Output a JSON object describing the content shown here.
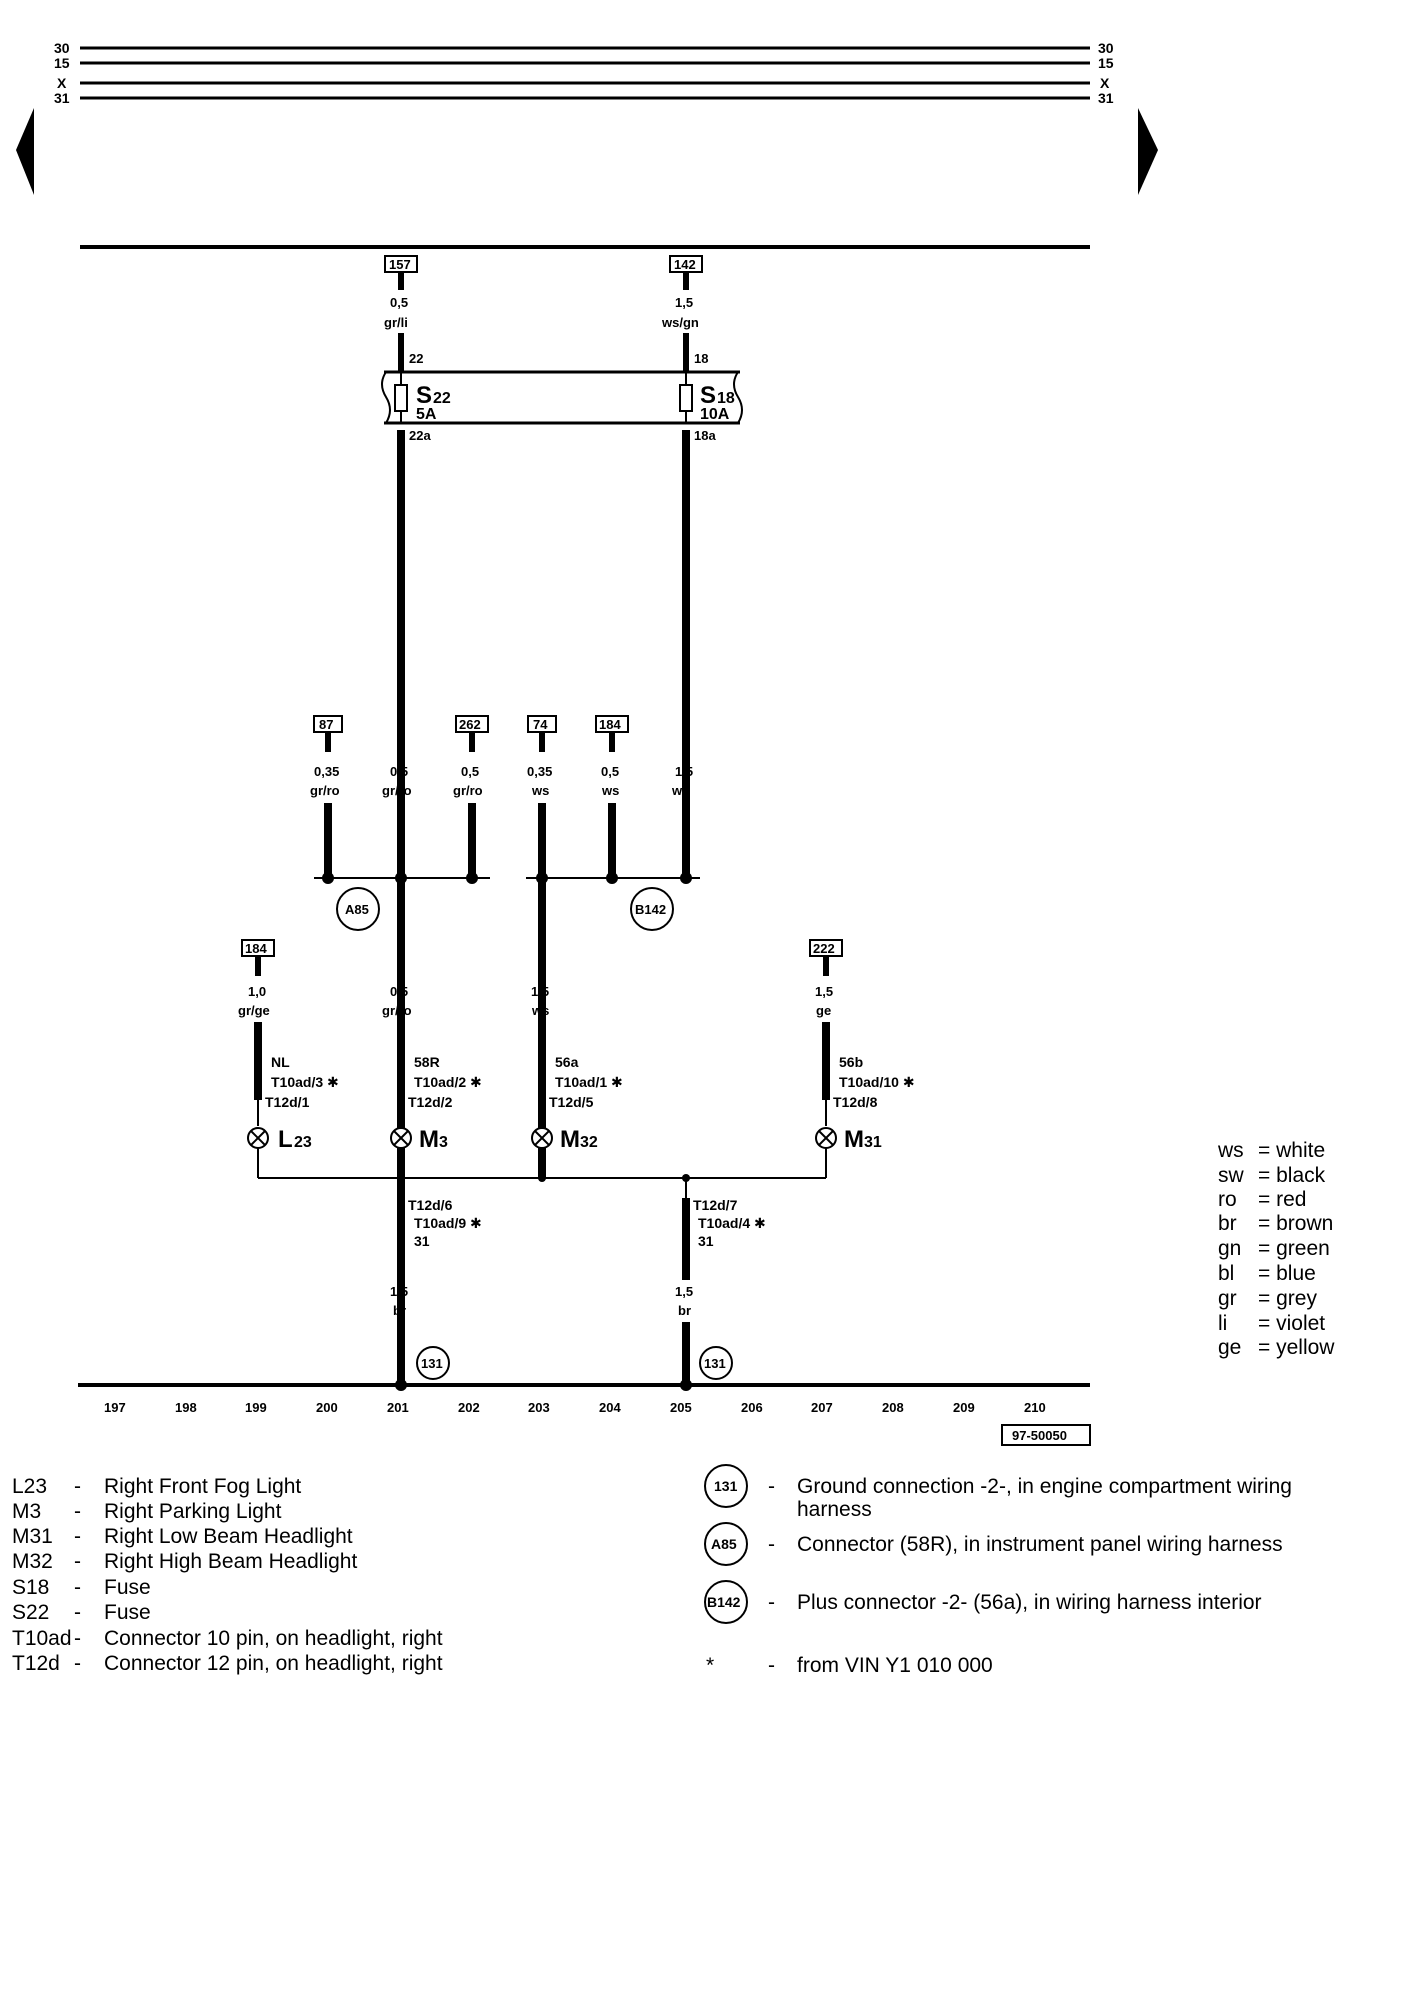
{
  "rails": {
    "left": [
      "30",
      "15",
      "X",
      "31"
    ],
    "right": [
      "30",
      "15",
      "X",
      "31"
    ]
  },
  "refs": {
    "r157": "157",
    "r142": "142",
    "r87": "87",
    "r262": "262",
    "r74": "74",
    "r184a": "184",
    "r184b": "184",
    "r222": "222"
  },
  "wires": {
    "w157": [
      "0,5",
      "gr/li"
    ],
    "w142": [
      "1,5",
      "ws/gn"
    ],
    "w87": [
      "0,35",
      "gr/ro"
    ],
    "w_mid": [
      "0,5",
      "gr/ro"
    ],
    "w262": [
      "0,5",
      "gr/ro"
    ],
    "w74": [
      "0,35",
      "ws"
    ],
    "w184": [
      "0,5",
      "ws"
    ],
    "w_s18": [
      "1,5",
      "ws"
    ],
    "w_l23": [
      "1,0",
      "gr/ge"
    ],
    "w_m3": [
      "0,5",
      "gr/ro"
    ],
    "w_m32": [
      "1,5",
      "ws"
    ],
    "w_m31": [
      "1,5",
      "ge"
    ],
    "w_g1": [
      "1,5",
      "br"
    ],
    "w_g2": [
      "1,5",
      "br"
    ]
  },
  "fuses": {
    "s22": {
      "pin_in": "22",
      "name": "S",
      "sub": "22",
      "rating": "5A",
      "pin_out": "22a"
    },
    "s18": {
      "pin_in": "18",
      "name": "S",
      "sub": "18",
      "rating": "10A",
      "pin_out": "18a"
    }
  },
  "connectors": {
    "a85": "A85",
    "b142": "B142",
    "g131a": "131",
    "g131b": "131"
  },
  "pins": {
    "l23": [
      "NL",
      "T10ad/3 ✱",
      "T12d/1"
    ],
    "m3": [
      "58R",
      "T10ad/2 ✱",
      "T12d/2"
    ],
    "m32": [
      "56a",
      "T10ad/1 ✱",
      "T12d/5"
    ],
    "m31": [
      "56b",
      "T10ad/10 ✱",
      "T12d/8"
    ],
    "g1": [
      "T12d/6",
      "T10ad/9 ✱",
      "31"
    ],
    "g2": [
      "T12d/7",
      "T10ad/4 ✱",
      "31"
    ]
  },
  "bulbs": {
    "l23": {
      "name": "L",
      "sub": "23"
    },
    "m3": {
      "name": "M",
      "sub": "3"
    },
    "m32": {
      "name": "M",
      "sub": "32"
    },
    "m31": {
      "name": "M",
      "sub": "31"
    }
  },
  "tracks": [
    "197",
    "198",
    "199",
    "200",
    "201",
    "202",
    "203",
    "204",
    "205",
    "206",
    "207",
    "208",
    "209",
    "210"
  ],
  "diagram_id": "97-50050",
  "color_legend": [
    [
      "ws",
      "= white"
    ],
    [
      "sw",
      "= black"
    ],
    [
      "ro",
      "= red"
    ],
    [
      "br",
      "= brown"
    ],
    [
      "gn",
      "= green"
    ],
    [
      "bl",
      "= blue"
    ],
    [
      "gr",
      "= grey"
    ],
    [
      "li",
      "= violet"
    ],
    [
      "ge",
      "= yellow"
    ]
  ],
  "legend_left": [
    [
      "L23",
      "-",
      "Right Front Fog Light"
    ],
    [
      "M3",
      "-",
      "Right Parking Light"
    ],
    [
      "M31",
      "-",
      "Right Low Beam Headlight"
    ],
    [
      "M32",
      "-",
      "Right High Beam Headlight"
    ],
    [
      "S18",
      "-",
      "Fuse"
    ],
    [
      "S22",
      "-",
      "Fuse"
    ],
    [
      "T10ad",
      "-",
      "Connector 10 pin, on headlight, right"
    ],
    [
      "T12d",
      "-",
      "Connector 12 pin, on headlight, right"
    ]
  ],
  "legend_right": {
    "g131": {
      "symbol": "131",
      "dash": "-",
      "line1": "Ground connection -2-, in engine compartment wiring",
      "line2": "harness"
    },
    "a85": {
      "symbol": "A85",
      "dash": "-",
      "line1": "Connector (58R), in instrument panel wiring harness"
    },
    "b142": {
      "symbol": "B142",
      "dash": "-",
      "line1": "Plus connector -2- (56a), in wiring harness interior"
    },
    "star": {
      "symbol": "*",
      "dash": "-",
      "line1": "from VIN Y1 010 000"
    }
  }
}
